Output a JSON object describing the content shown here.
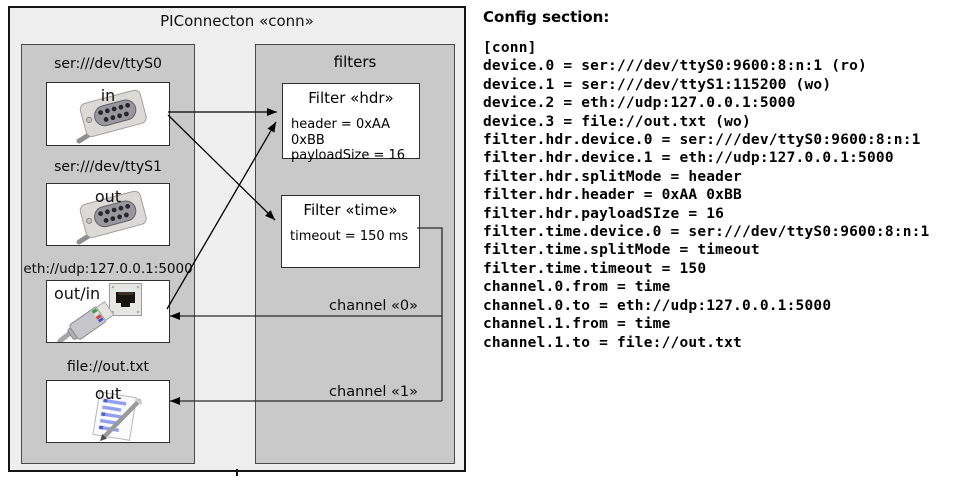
{
  "diagram": {
    "title": "PIConnecton «conn»",
    "filters_title": "filters",
    "devices": [
      {
        "label": "ser:///dev/ttyS0",
        "port": "in",
        "icon": "serial-connector-icon"
      },
      {
        "label": "ser:///dev/ttyS1",
        "port": "out",
        "icon": "serial-connector-icon"
      },
      {
        "label": "eth://udp:127.0.0.1:5000",
        "port": "out/in",
        "icon": "ethernet-connector-icon"
      },
      {
        "label": "file://out.txt",
        "port": "out",
        "icon": "notepad-icon"
      }
    ],
    "filters": [
      {
        "title": "Filter «hdr»",
        "attrs": [
          "header = 0xAA 0xBB",
          "payloadSize = 16"
        ]
      },
      {
        "title": "Filter «time»",
        "attrs": [
          "timeout = 150 ms"
        ]
      }
    ],
    "channels": [
      {
        "label": "channel «0»"
      },
      {
        "label": "channel «1»"
      }
    ],
    "colors": {
      "outer_bg": "#efefef",
      "container_bg": "#c9c9c9",
      "box_bg": "#ffffff",
      "line": "#000000"
    }
  },
  "config": {
    "heading": "Config section:",
    "lines": [
      "[conn]",
      "device.0 = ser:///dev/ttyS0:9600:8:n:1 (ro)",
      "device.1 = ser:///dev/ttyS1:115200 (wo)",
      "device.2 = eth://udp:127.0.0.1:5000",
      "device.3 = file://out.txt (wo)",
      "filter.hdr.device.0 = ser:///dev/ttyS0:9600:8:n:1",
      "filter.hdr.device.1 = eth://udp:127.0.0.1:5000",
      "filter.hdr.splitMode = header",
      "filter.hdr.header = 0xAA 0xBB",
      "filter.hdr.payloadSIze = 16",
      "filter.time.device.0 = ser:///dev/ttyS0:9600:8:n:1",
      "filter.time.splitMode = timeout",
      "filter.time.timeout = 150",
      "channel.0.from = time",
      "channel.0.to = eth://udp:127.0.0.1:5000",
      "channel.1.from = time",
      "channel.1.to = file://out.txt"
    ]
  }
}
